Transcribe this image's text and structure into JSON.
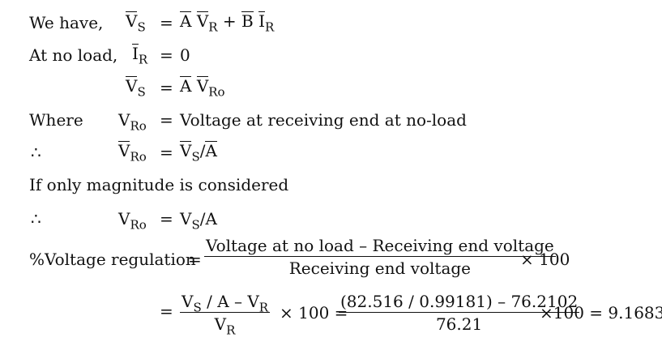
{
  "lines": {
    "l1_label": "We have,",
    "l2_label": "At no load,",
    "l2_value": "0",
    "l4_label": "Where",
    "l4_value": "Voltage at receiving end at no-load",
    "therefore": "∴",
    "l6_text": "If only magnitude is considered",
    "l7_slash": "/A"
  },
  "symbols": {
    "V": "V",
    "A": "A",
    "B": "B",
    "I": "I",
    "S": "S",
    "R": "R",
    "Ro": "Ro",
    "equals": "=",
    "plus": "+",
    "slash": "/"
  },
  "regulation": {
    "label": "%Voltage regulation",
    "equals": "=",
    "numerator": "Voltage at no load – Receiving end voltage",
    "denominator": "Receiving end voltage",
    "times100": "× 100"
  },
  "calc": {
    "equals": "=",
    "num_text": "V",
    "num_sub1": "S",
    "num_mid": " / A – V",
    "num_sub2": "R",
    "den_text": "V",
    "den_sub": "R",
    "times100": "× 100 =",
    "num2": "(82.516 / 0.99181) – 76.2102",
    "den2": "76.21",
    "result": "×100 = 9.1683"
  }
}
